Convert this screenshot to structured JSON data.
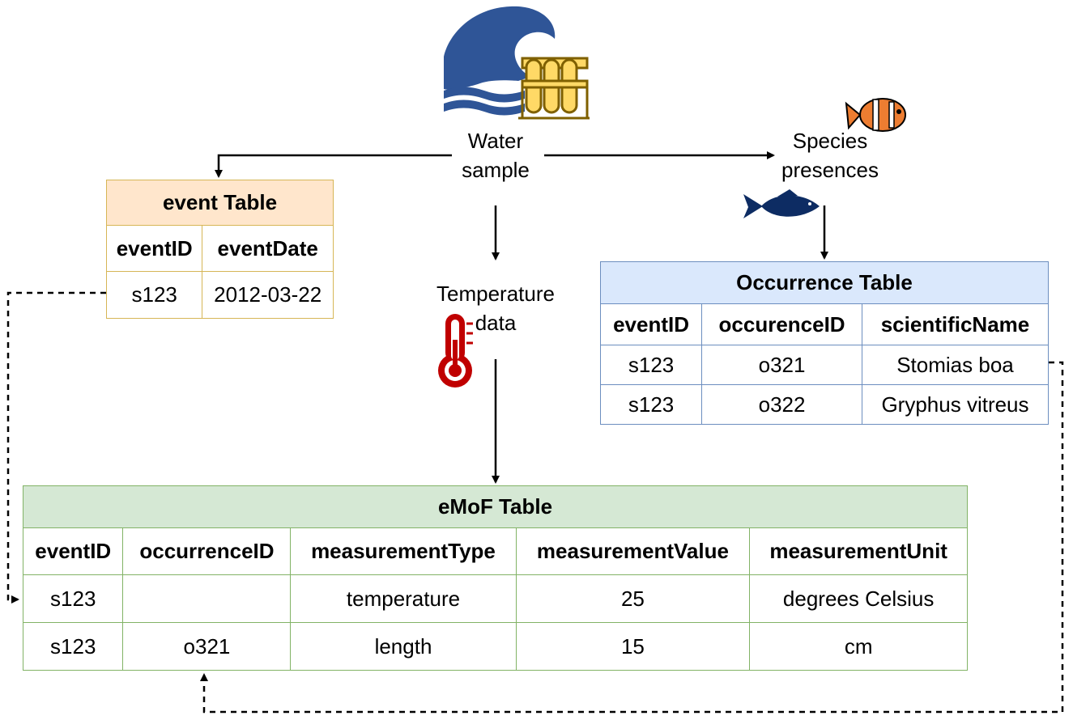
{
  "labels": {
    "water_sample": [
      "Water",
      "sample"
    ],
    "species_presences": [
      "Species",
      "presences"
    ],
    "temperature_data": [
      "Temperature",
      "data"
    ]
  },
  "event_table": {
    "title": "event Table",
    "headers": [
      "eventID",
      "eventDate"
    ],
    "rows": [
      [
        "s123",
        "2012-03-22"
      ]
    ]
  },
  "occurrence_table": {
    "title": "Occurrence Table",
    "headers": [
      "eventID",
      "occurenceID",
      "scientificName"
    ],
    "rows": [
      [
        "s123",
        "o321",
        "Stomias boa"
      ],
      [
        "s123",
        "o322",
        "Gryphus vitreus"
      ]
    ]
  },
  "emof_table": {
    "title": "eMoF Table",
    "headers": [
      "eventID",
      "occurrenceID",
      "measurementType",
      "measurementValue",
      "measurementUnit"
    ],
    "rows": [
      [
        "s123",
        "",
        "temperature",
        "25",
        "degrees Celsius"
      ],
      [
        "s123",
        "o321",
        "length",
        "15",
        "cm"
      ]
    ]
  },
  "icons": [
    "wave-icon",
    "test-tubes-icon",
    "clownfish-icon",
    "fish-icon",
    "thermometer-icon"
  ],
  "colors": {
    "event_fill": "#ffe6cc",
    "event_border": "#d6b656",
    "occurrence_fill": "#dae8fc",
    "occurrence_border": "#6c8ebf",
    "emof_fill": "#d5e8d4",
    "emof_border": "#82b366",
    "wave": "#2f5597",
    "tubes": "#ffd966",
    "clownfish": "#ed7d31",
    "fish": "#0d2c63",
    "thermometer": "#c00000"
  }
}
